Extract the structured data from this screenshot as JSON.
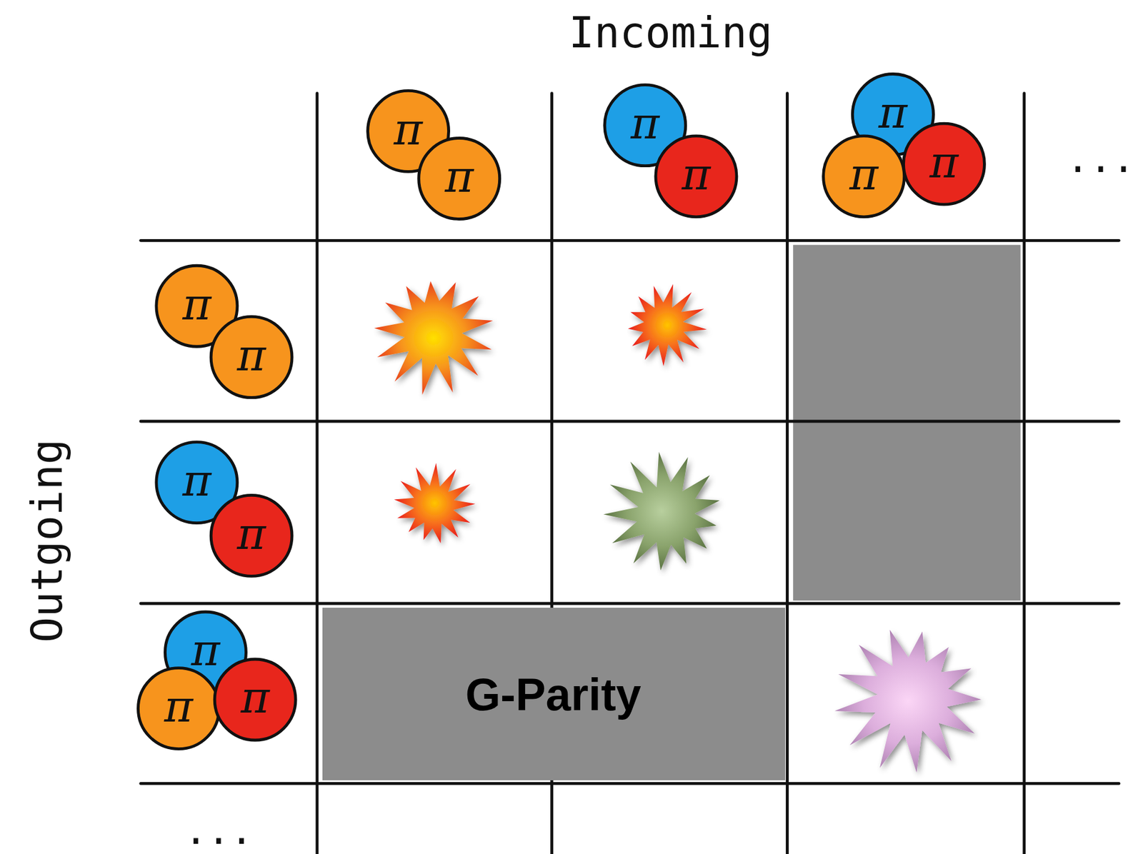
{
  "diagram": {
    "nodes": [
      {
        "text": [
          "π"
        ]
      },
      {
        "text": [
          "π"
        ]
      },
      {
        "text": [
          "π"
        ]
      },
      {
        "text": [
          "π"
        ]
      },
      {
        "text": [
          "π"
        ]
      },
      {
        "text": [
          "π"
        ]
      },
      {
        "text": [
          "π"
        ]
      },
      {
        "text": [
          "π"
        ]
      },
      {
        "text": [
          "π"
        ]
      },
      {
        "text": [
          "π"
        ]
      },
      {
        "text": [
          "π"
        ]
      },
      {
        "text": [
          "π"
        ]
      },
      {
        "text": [
          "π"
        ]
      },
      {
        "text": [
          "π"
        ]
      },
      {
        "text": [
          "G-Parity"
        ]
      }
    ],
    "labels": [
      "Incoming",
      "Outgoing",
      "...",
      "..."
    ]
  }
}
